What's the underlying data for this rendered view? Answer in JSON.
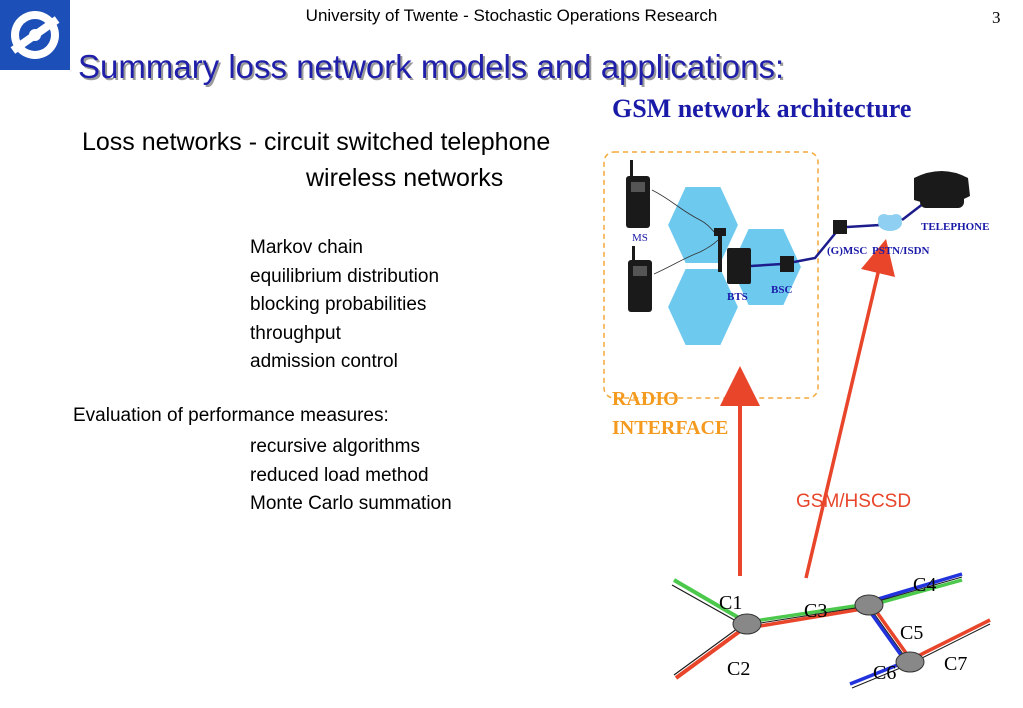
{
  "header": {
    "title": "University of Twente - Stochastic Operations Research",
    "page_number": "3"
  },
  "slide": {
    "title": "Summary loss network models and applications:",
    "subtitle_line1": "Loss networks - circuit switched telephone",
    "subtitle_line2": "wireless networks",
    "topics": [
      "Markov chain",
      "equilibrium distribution",
      "blocking probabilities",
      "throughput",
      "admission control"
    ],
    "evaluation_heading": "Evaluation of performance measures:",
    "evaluation_methods": [
      "recursive algorithms",
      "reduced load method",
      "Monte Carlo summation"
    ]
  },
  "gsm_diagram": {
    "title": "GSM network architecture",
    "labels": {
      "ms": "MS",
      "bts": "BTS",
      "bsc": "BSC",
      "msc": "(G)MSC",
      "pstn": "PSTN/ISDN",
      "telephone": "TELEPHONE"
    },
    "radio_interface": [
      "RADIO",
      "INTERFACE"
    ],
    "gsm_hscsd": "GSM/HSCSD"
  },
  "network_graph": {
    "links": [
      "C1",
      "C2",
      "C3",
      "C4",
      "C5",
      "C6",
      "C7"
    ]
  },
  "colors": {
    "title": "#1f1faa",
    "gsm_title": "#1a1aa8",
    "cell": "#6ec9ef",
    "radio": "#f49a1e",
    "arrow": "#e8452a",
    "link_green": "#4cc94c",
    "link_red": "#e8452a",
    "link_blue": "#2233dd"
  }
}
